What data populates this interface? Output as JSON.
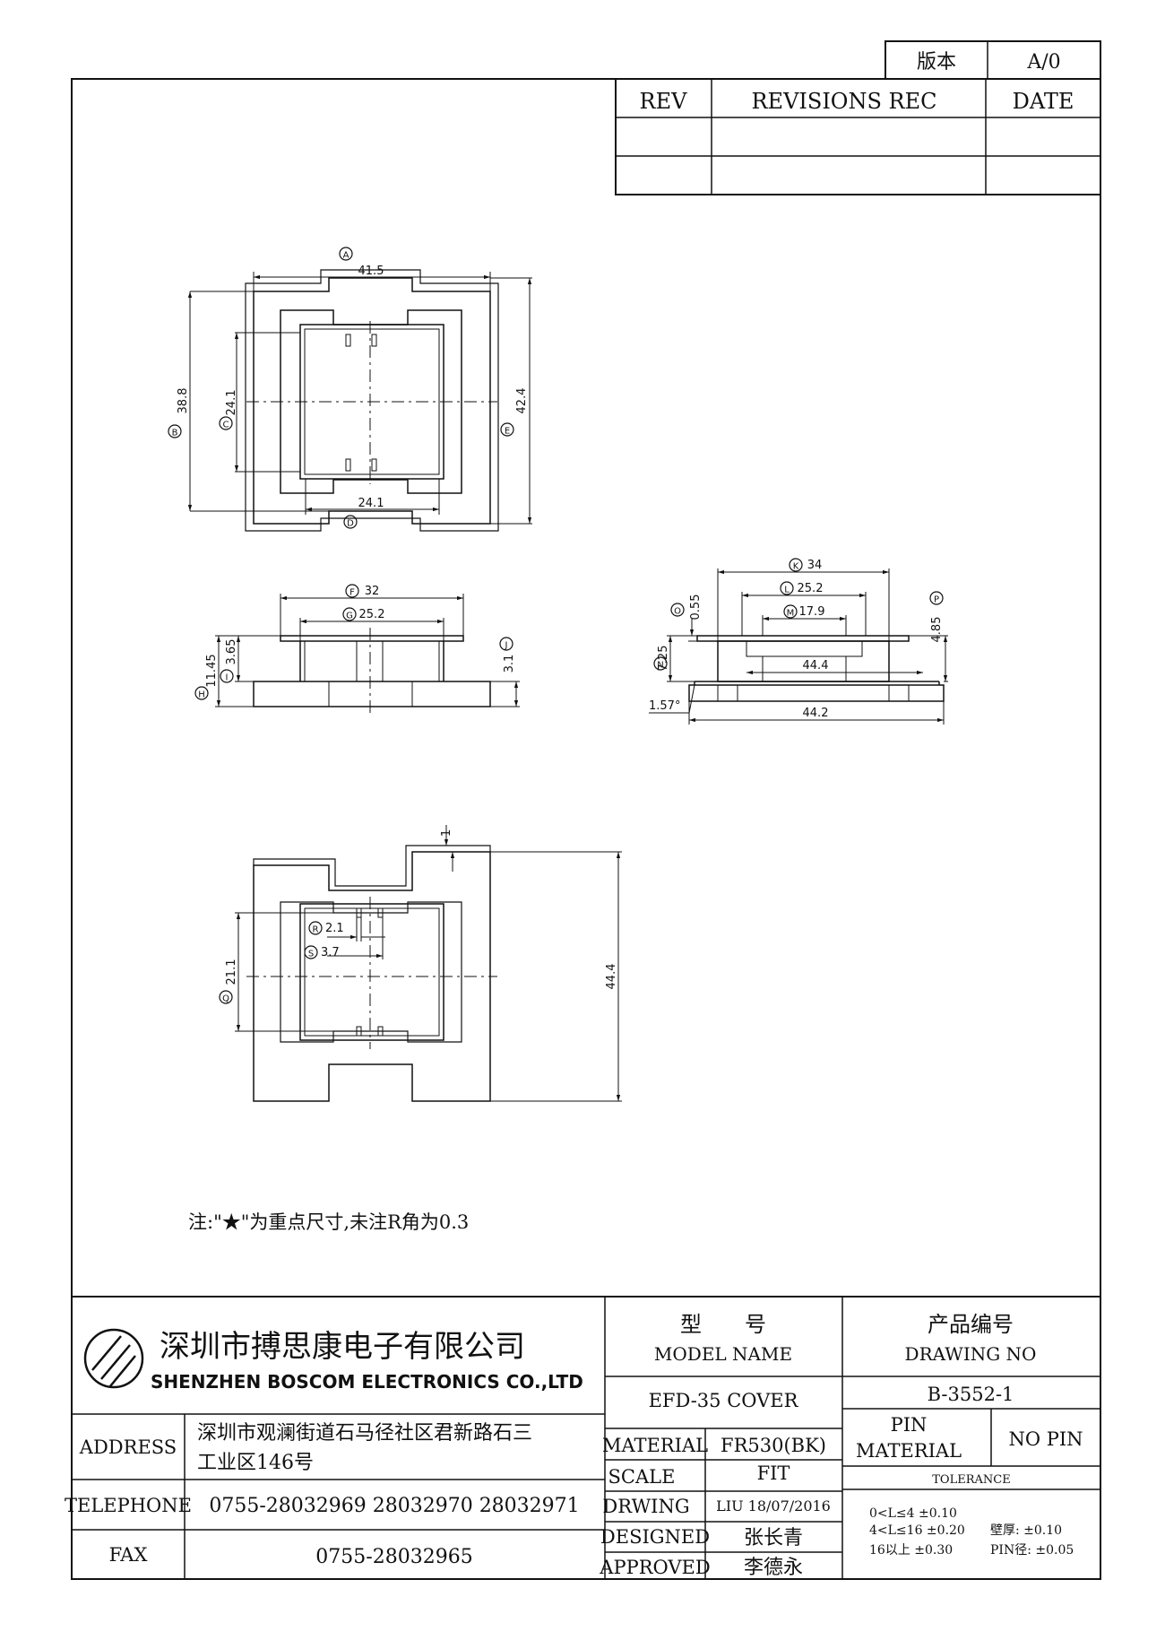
{
  "version_box": {
    "label": "版本",
    "value": "A/0"
  },
  "revisions": {
    "headers": {
      "rev": "REV",
      "rec": "REVISIONS REC",
      "date": "DATE"
    },
    "rows": [
      [
        "",
        "",
        ""
      ],
      [
        "",
        "",
        ""
      ]
    ]
  },
  "dimensions": {
    "top_view": {
      "A": {
        "mark": "A",
        "value": "41.5"
      },
      "B": {
        "mark": "B",
        "value": "38.8"
      },
      "C": {
        "mark": "C",
        "value": "24.1"
      },
      "D": {
        "mark": "D",
        "value": "24.1"
      },
      "E": {
        "mark": "E",
        "value": "42.4"
      }
    },
    "front_view": {
      "F": {
        "mark": "F",
        "value": "32"
      },
      "G": {
        "mark": "G",
        "value": "25.2"
      },
      "H": {
        "mark": "H",
        "value": "11.45"
      },
      "I": {
        "mark": "I",
        "value": "3.65"
      },
      "J": {
        "mark": "J",
        "value": "3.1"
      }
    },
    "side_view": {
      "K": {
        "mark": "K",
        "value": "34"
      },
      "L": {
        "mark": "L",
        "value": "25.2"
      },
      "M": {
        "mark": "M",
        "value": "17.9"
      },
      "N": {
        "mark": "N",
        "value": "7.25"
      },
      "O": {
        "mark": "O",
        "value": "0.55"
      },
      "P": {
        "mark": "P",
        "value": "4.85"
      },
      "inner": "44.4",
      "bottom": "44.2",
      "angle": "1.57°"
    },
    "bottom_view": {
      "thickness": "1",
      "R": {
        "mark": "R",
        "value": "2.1"
      },
      "S": {
        "mark": "S",
        "value": "3.7"
      },
      "Q": {
        "mark": "Q",
        "value": "21.1"
      },
      "height": "44.4"
    }
  },
  "note": "注:\"★\"为重点尺寸,未注R角为0.3",
  "company": {
    "name_cn": "深圳市搏思康电子有限公司",
    "name_en": "SHENZHEN BOSCOM ELECTRONICS CO.,LTD"
  },
  "contact": {
    "address_label": "ADDRESS",
    "address_line1": "深圳市观澜街道石马径社区君新路石三",
    "address_line2": "工业区146号",
    "telephone_label": "TELEPHONE",
    "telephone": "0755-28032969 28032970 28032971",
    "fax_label": "FAX",
    "fax": "0755-28032965"
  },
  "model": {
    "label_cn": "型　　号",
    "label_en": "MODEL NAME",
    "value": "EFD-35 COVER"
  },
  "drawing": {
    "label_cn": "产品编号",
    "label_en": "DRAWING NO",
    "value": "B-3552-1"
  },
  "specs": {
    "material_label": "MATERIAL",
    "material": "FR530(BK)",
    "scale_label": "SCALE",
    "scale": "FIT",
    "drwing_label": "DRWING",
    "drwing": "LIU 18/07/2016",
    "designed_label": "DESIGNED",
    "designed": "张长青",
    "approved_label": "APPROVED",
    "approved": "李德永"
  },
  "pin": {
    "label_line1": "PIN",
    "label_line2": "MATERIAL",
    "value": "NO PIN"
  },
  "tolerance": {
    "title": "TOLERANCE",
    "line1": "0<L≤4  ±0.10",
    "line2a": "4<L≤16  ±0.20",
    "line2b": "壁厚:  ±0.10",
    "line3a": "16以上    ±0.30",
    "line3b": "PIN径:  ±0.05"
  }
}
